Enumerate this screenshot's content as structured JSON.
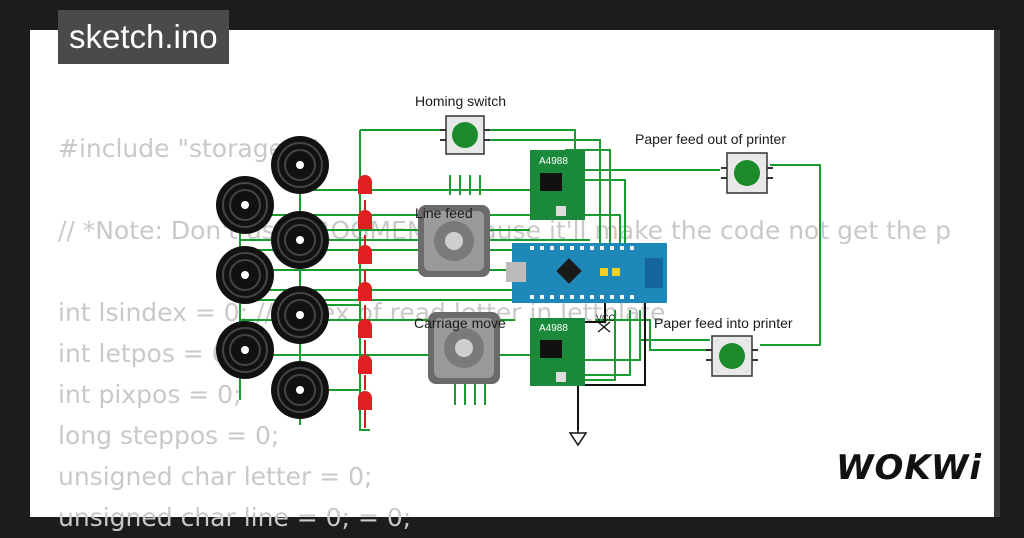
{
  "tab": {
    "filename": "sketch.ino"
  },
  "code_lines": [
    "#include \"storage.h\"",
    "",
    "// *Note: Don't use PROGMEM because it'll make the code not get the p",
    "",
    "int lsindex = 0; // Index of read letter in lettplate",
    "int letpos = 0;",
    "int pixpos = 0;",
    "long steppos = 0;",
    "unsigned char letter = 0;",
    "unsigned char line = 0; = 0;"
  ],
  "labels": {
    "homing_switch": "Homing switch",
    "paper_out": "Paper feed out of printer",
    "paper_in": "Paper feed into printer",
    "line_feed": "Line feed",
    "carriage_move": "Carriage move",
    "driver1": "A4988",
    "driver2": "A4988",
    "vcc": "VCC"
  },
  "brand": {
    "logo": "WOKWi"
  },
  "colors": {
    "wire": "#1a9b2f",
    "board": "#1e88b8",
    "driver": "#1a8a3a",
    "led": "#e02020"
  }
}
